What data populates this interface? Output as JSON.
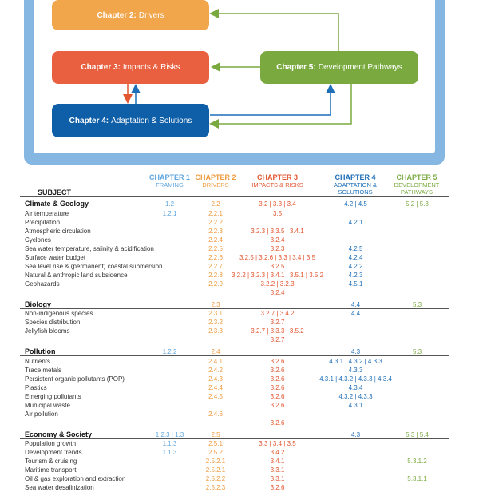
{
  "diagram": {
    "ch2": {
      "bold": "Chapter 2:",
      "rest": "Drivers"
    },
    "ch3": {
      "bold": "Chapter 3:",
      "rest": "Impacts & Risks"
    },
    "ch4": {
      "bold": "Chapter 4:",
      "rest": "Adaptation & Solutions"
    },
    "ch5": {
      "bold": "Chapter 5:",
      "rest": "Development Pathways"
    }
  },
  "table": {
    "subject_header": "SUBJECT",
    "columns": [
      {
        "title": "CHAPTER 1",
        "sub": "FRAMING",
        "color": "#5ea6df"
      },
      {
        "title": "CHAPTER 2",
        "sub": "DRIVERS",
        "color": "#ef9a3c"
      },
      {
        "title": "CHAPTER 3",
        "sub": "IMPACTS & RISKS",
        "color": "#e3552f"
      },
      {
        "title": "CHAPTER 4",
        "sub": "ADAPTATION & SOLUTIONS",
        "color": "#1e6fb8"
      },
      {
        "title": "CHAPTER 5",
        "sub": "DEVELOPMENT PATHWAYS",
        "color": "#7aaa3f"
      }
    ],
    "rows": [
      {
        "cat": true,
        "s": "Climate & Geology",
        "c1": "1.2",
        "c2": "2.2",
        "c3": "3.2 | 3.3 | 3.4",
        "c4": "4.2 | 4.5",
        "c5": "5.2 | 5.3"
      },
      {
        "s": "Air temperature",
        "c1": "1.2.1",
        "c2": "2.2.1",
        "c3": "3.5"
      },
      {
        "s": "Precipitation",
        "c2": "2.2.2",
        "c4": "4.2.1"
      },
      {
        "s": "Atmospheric circulation",
        "c2": "2.2.3",
        "c3": "3.2.3 | 3.3.5 | 3.4.1"
      },
      {
        "s": "Cyclones",
        "c2": "2.2.4",
        "c3": "3.2.4"
      },
      {
        "s": "Sea water temperature, salinity & acidification",
        "c2": "2.2.5",
        "c3": "3.2.3",
        "c4": "4.2.5"
      },
      {
        "s": "Surface water budget",
        "c2": "2.2.6",
        "c3": "3.2.5 | 3.2.6 | 3.3 | 3.4 | 3.5",
        "c4": "4.2.4"
      },
      {
        "s": "Sea level rise & (permanent) coastal submersion",
        "c2": "2.2.7",
        "c3": "3.2.5",
        "c4": "4.2.2"
      },
      {
        "s": "Natural & anthropic land subsidence",
        "c2": "2.2.8",
        "c3": "3.2.2 | 3.2.3 | 3.4.1 | 3.5.1 | 3.5.2",
        "c4": "4.2.3"
      },
      {
        "s": "Geohazards",
        "c2": "2.2.9",
        "c3": "3.2.2 | 3.2.3",
        "c4": "4.5.1"
      },
      {
        "s": "",
        "c3": "3.2.4"
      },
      {
        "cat": true,
        "s": "Biology",
        "c2": "2.3",
        "c4": "4.4",
        "c5": "5.3"
      },
      {
        "s": "Non-indigenous species",
        "c2": "2.3.1",
        "c3": "3.2.7 | 3.4.2",
        "c4": "4.4"
      },
      {
        "s": "Species distribution",
        "c2": "2.3.2",
        "c3": "3.2.7"
      },
      {
        "s": "Jellyfish blooms",
        "c2": "2.3.3",
        "c3": "3.2.7 | 3.3.3 | 3.5.2"
      },
      {
        "s": "",
        "c3": "3.2.7"
      },
      {
        "cat": true,
        "s": "Pollution",
        "c1": "1.2.2",
        "c2": "2.4",
        "c4": "4.3",
        "c5": "5.3"
      },
      {
        "s": "Nutrients",
        "c2": "2.4.1",
        "c3": "3.2.6",
        "c4": "4.3.1 | 4.3.2 | 4.3.3"
      },
      {
        "s": "Trace metals",
        "c2": "2.4.2",
        "c3": "3.2.6",
        "c4": "4.3.3"
      },
      {
        "s": "Persistent organic pollutants (POP)",
        "c2": "2.4.3",
        "c3": "3.2.6",
        "c4": "4.3.1 | 4.3.2 | 4.3.3 | 4.3.4"
      },
      {
        "s": "Plastics",
        "c2": "2.4.4",
        "c3": "3.2.6",
        "c4": "4.3.4"
      },
      {
        "s": "Emerging pollutants",
        "c2": "2.4.5",
        "c3": "3.2.6",
        "c4": "4.3.2 | 4.3.3"
      },
      {
        "s": "Municipal waste",
        "c3": "3.2.6",
        "c4": "4.3.1"
      },
      {
        "s": "Air pollution",
        "c2": "2.4.6"
      },
      {
        "s": "",
        "c3": "3.2.6"
      },
      {
        "cat": true,
        "s": "Economy & Society",
        "c1": "1.2.3 | 1.3",
        "c2": "2.5",
        "c4": "4.3",
        "c5": "5.3 | 5.4"
      },
      {
        "s": "Population growth",
        "c1": "1.1.3",
        "c2": "2.5.1",
        "c3": "3.3 | 3.4 | 3.5"
      },
      {
        "s": "Development trends",
        "c1": "1.1.3",
        "c2": "2.5.2",
        "c3": "3.4.2"
      },
      {
        "s": "Tourism & cruising",
        "c2": "2.5.2.1",
        "c3": "3.4.1",
        "c5": "5.3.1.2"
      },
      {
        "s": "Maritime transport",
        "c2": "2.5.2.1",
        "c3": "3.3.1"
      },
      {
        "s": "Oil & gas exploration and extraction",
        "c2": "2.5.2.2",
        "c3": "3.3.1",
        "c5": "5.3.1.1"
      },
      {
        "s": "Sea water desalinization",
        "c2": "2.5.2.3",
        "c3": "3.2.6"
      }
    ]
  }
}
